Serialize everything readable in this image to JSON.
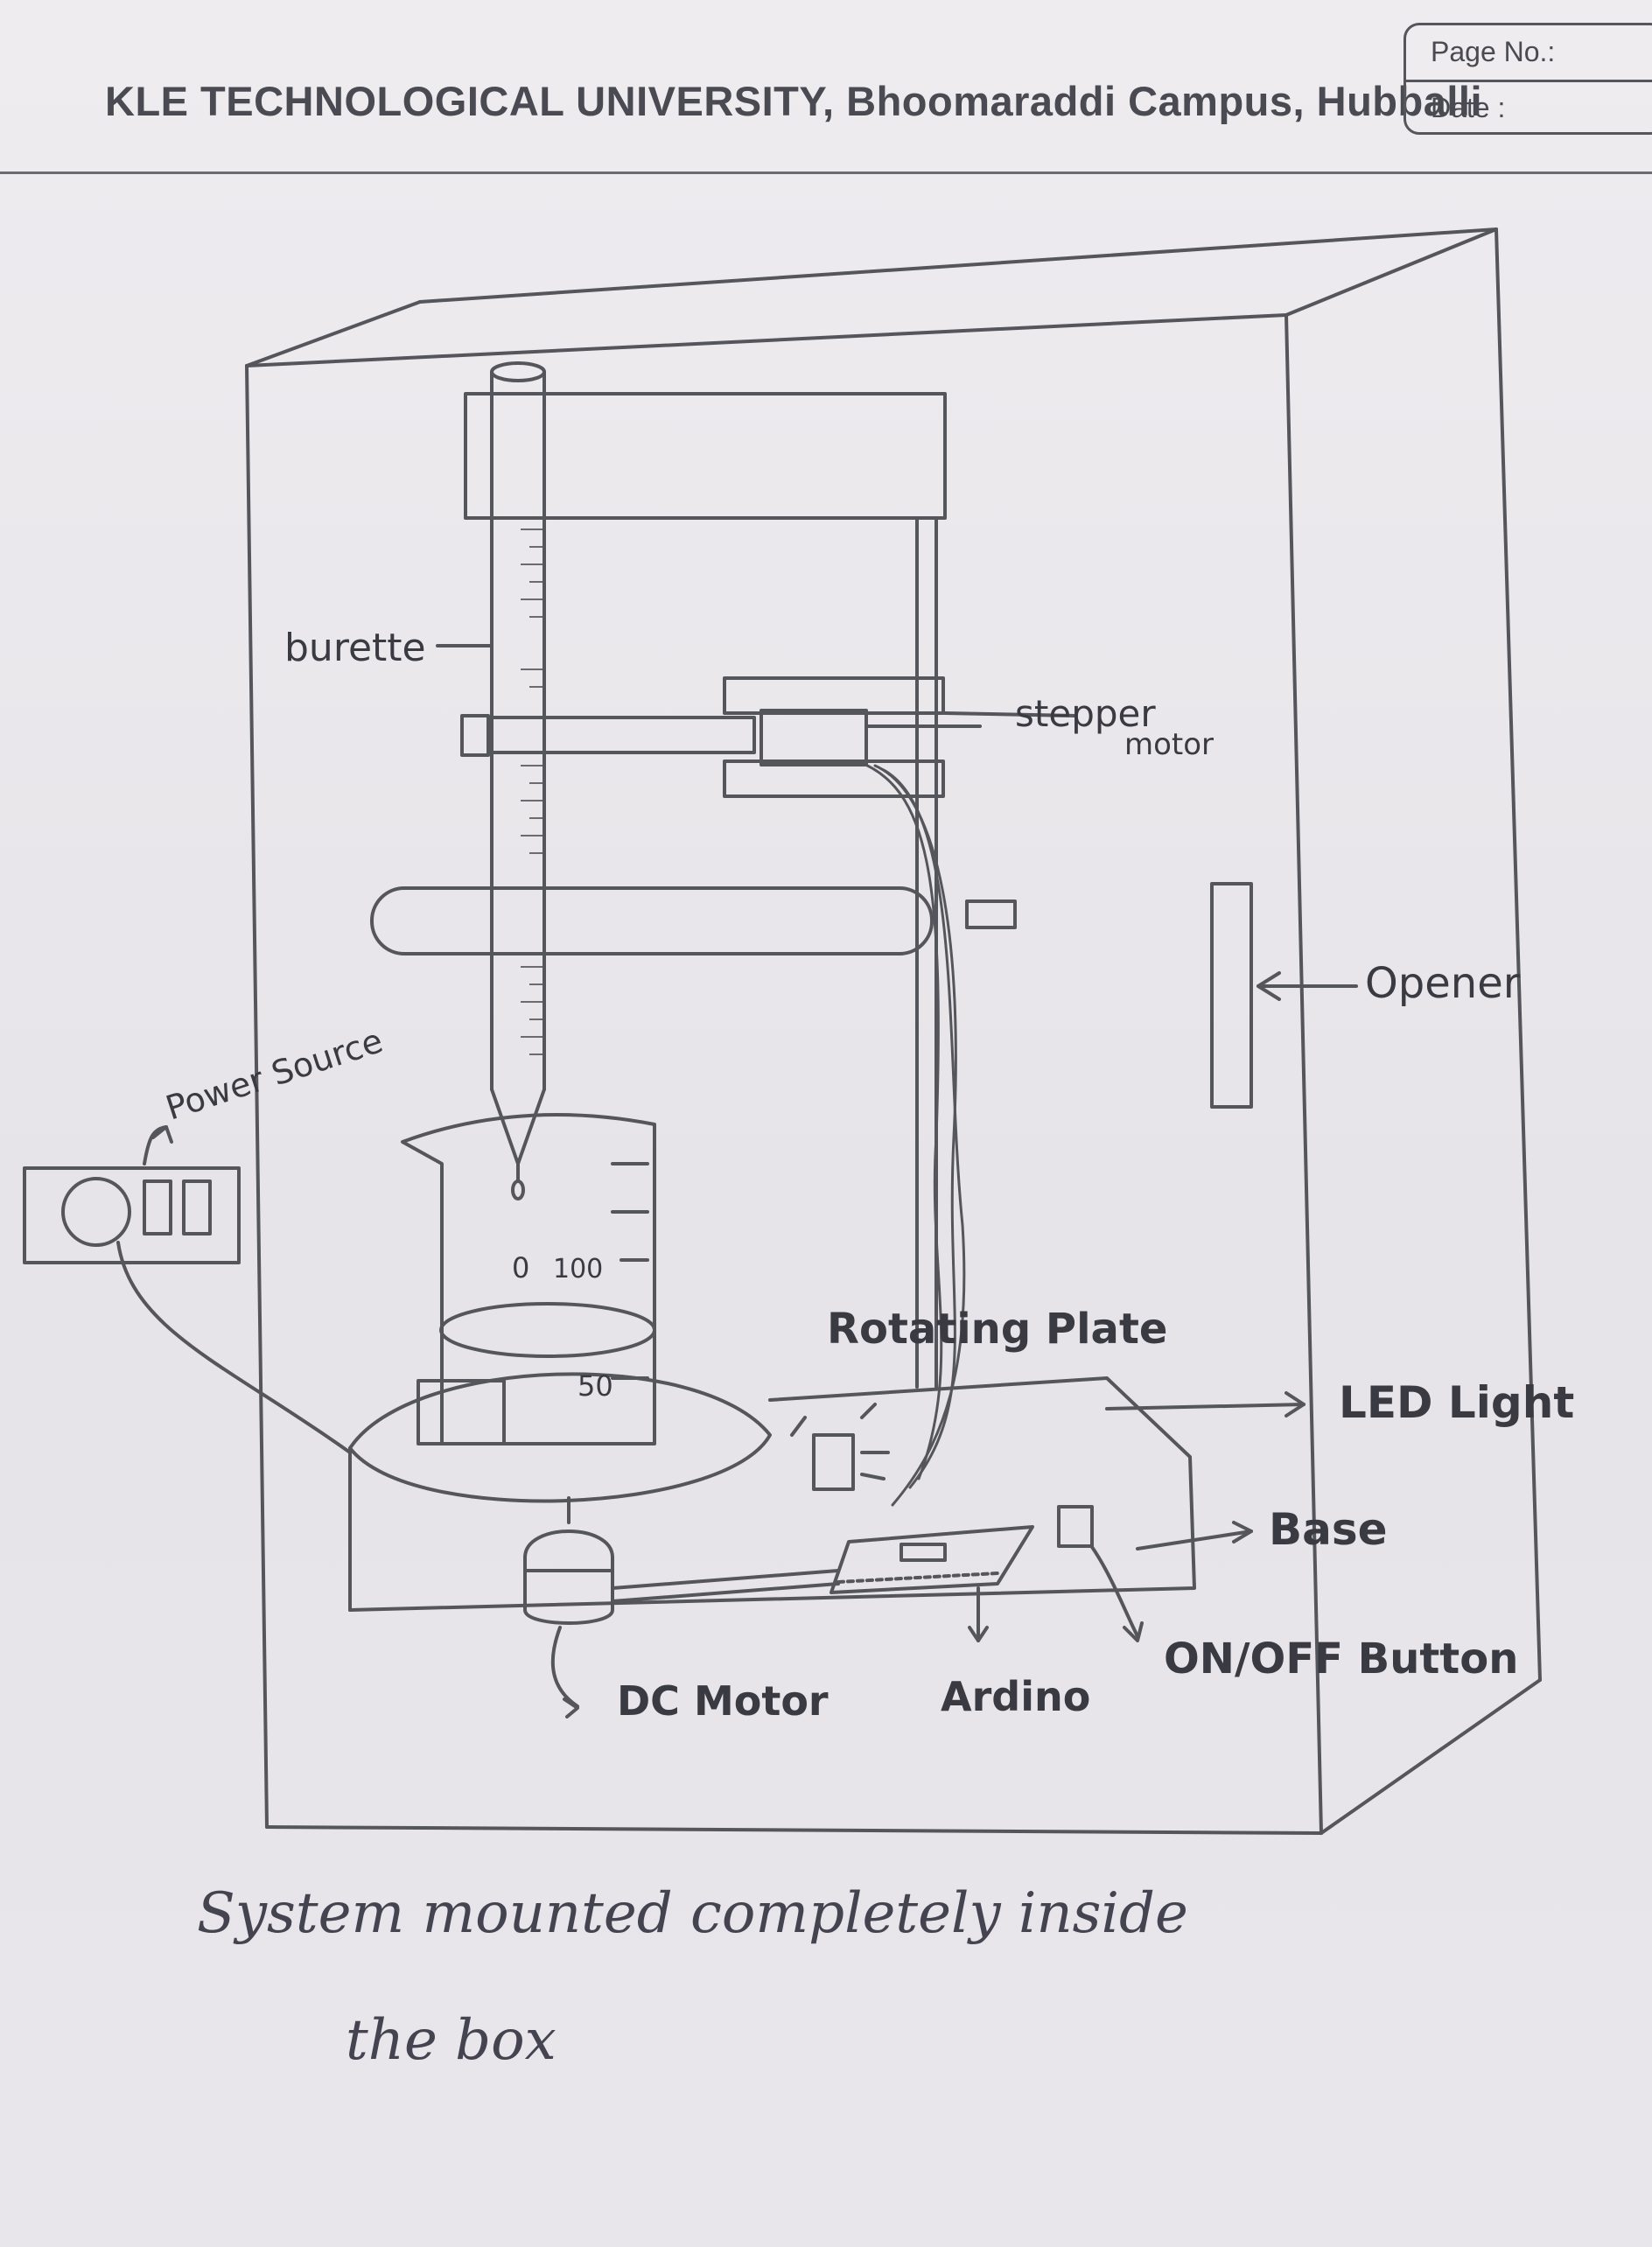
{
  "header": {
    "university": "KLE TECHNOLOGICAL UNIVERSITY, Bhoomaraddi Campus, Hubballi",
    "page_no_label": "Page No.:",
    "date_label": "Date :"
  },
  "labels": {
    "burette": "burette",
    "stepper_motor_line1": "stepper",
    "stepper_motor_line2": "motor",
    "opener": "Opener",
    "power_source": "Power Source",
    "beaker_0": "0",
    "beaker_100": "100",
    "beaker_50": "50",
    "rotating_plate": "Rotating Plate",
    "led_light": "LED Light",
    "base": "Base",
    "on_off_button": "ON/OFF Button",
    "dc_motor": "DC Motor",
    "arduino": "Ardino"
  },
  "caption": {
    "line1": "System mounted completely inside",
    "line2": "the box"
  },
  "colors": {
    "paper": "#e9e7ea",
    "pencil": "#4a4a52"
  }
}
